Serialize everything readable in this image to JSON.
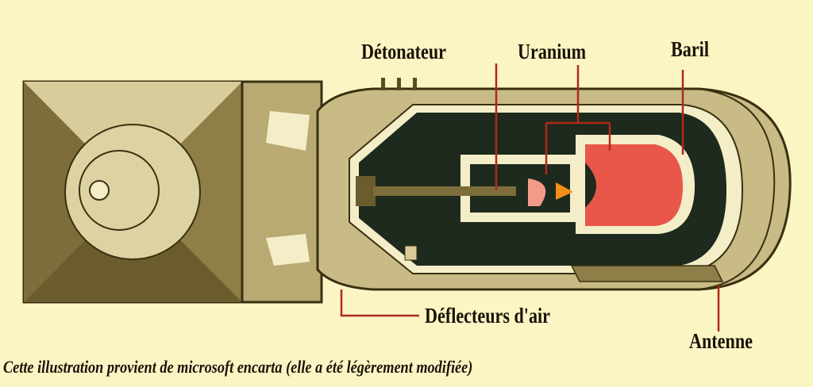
{
  "labels": {
    "detonator": "Détonateur",
    "uranium": "Uranium",
    "barrel": "Baril",
    "air_deflectors": "Déflecteurs d'air",
    "antenna": "Antenne"
  },
  "caption": "Cette illustration provient de microsoft encarta (elle a été légèrement  modifiée)",
  "colors": {
    "background": "#fbf5c4",
    "casing": "#c9bb86",
    "casing_dark": "#5a4d22",
    "uranium": "#e8574a",
    "leader": "#b02a1a"
  }
}
